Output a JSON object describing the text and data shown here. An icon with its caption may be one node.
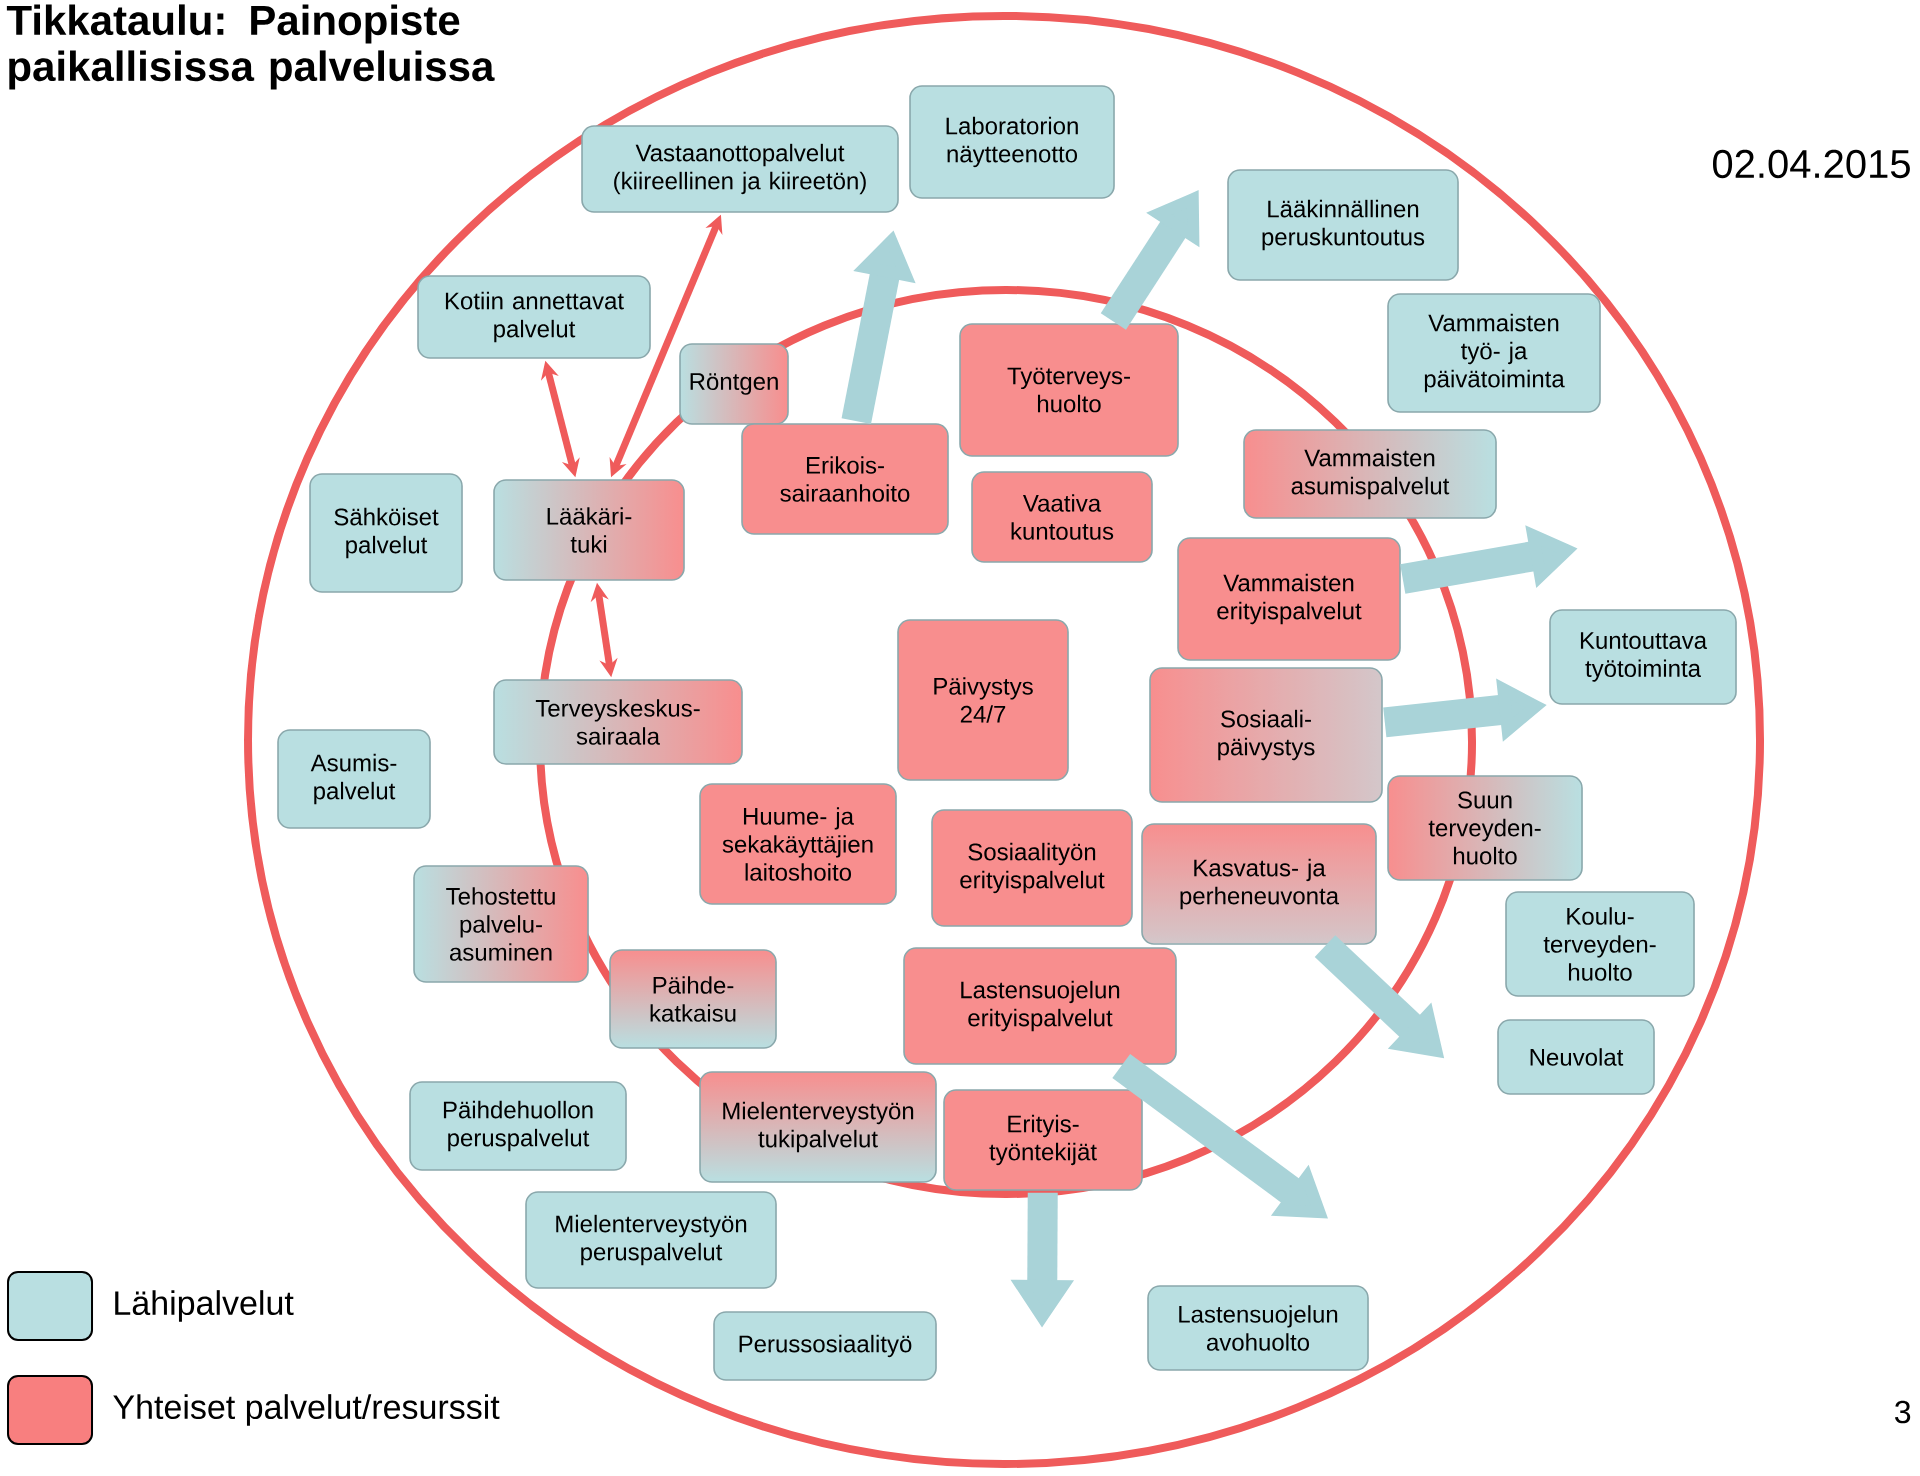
{
  "diagram": {
    "title": "Tikkataulu: Painopiste paikallisissa palveluissa",
    "nodes": [
      {
        "text": [
          "Vastaanottopalvelut (kiireellinen ja kiireetön)"
        ]
      },
      {
        "text": [
          "Laboratorion näytteenotto"
        ]
      },
      {
        "text": [
          "Lääkinnällinen peruskuntoutus"
        ]
      },
      {
        "text": [
          "Kotiin annettavat palvelut"
        ]
      },
      {
        "text": [
          "Röntgen"
        ]
      },
      {
        "text": [
          "Työterveys- huolto"
        ]
      },
      {
        "text": [
          "Vammaisten työ- ja päivätoiminta"
        ]
      },
      {
        "text": [
          "Sähköiset palvelut"
        ]
      },
      {
        "text": [
          "Lääkäri- tuki"
        ]
      },
      {
        "text": [
          "Erikois- sairaanhoito"
        ]
      },
      {
        "text": [
          "Vaativa kuntoutus"
        ]
      },
      {
        "text": [
          "Vammaisten asumispalvelut"
        ]
      },
      {
        "text": [
          "Vammaisten erityispalvelut"
        ]
      },
      {
        "text": [
          "Kuntouttava työtoiminta"
        ]
      },
      {
        "text": [
          "Terveyskeskus- sairaala"
        ]
      },
      {
        "text": [
          "Päivystys 24/7"
        ]
      },
      {
        "text": [
          "Sosiaali- päivystys"
        ]
      },
      {
        "text": [
          "Asumis- palvelut"
        ]
      },
      {
        "text": [
          "Suun terveyden- huolto"
        ]
      },
      {
        "text": [
          "Huume- ja sekakäyttäjien laitoshoito"
        ]
      },
      {
        "text": [
          "Sosiaalityön erityispalvelut"
        ]
      },
      {
        "text": [
          "Kasvatus- ja perheneuvonta"
        ]
      },
      {
        "text": [
          "Tehostettu palvelu- asuminen"
        ]
      },
      {
        "text": [
          "Koulu- terveyden- huolto"
        ]
      },
      {
        "text": [
          "Päihde- katkaisu"
        ]
      },
      {
        "text": [
          "Lastensuojelun erityispalvelut"
        ]
      },
      {
        "text": [
          "Neuvolat"
        ]
      },
      {
        "text": [
          "Päihdehuollon peruspalvelut"
        ]
      },
      {
        "text": [
          "Mielenterveystyön tukipalvelut"
        ]
      },
      {
        "text": [
          "Erityis- työntekijät"
        ]
      },
      {
        "text": [
          "Mielenterveystyön peruspalvelut"
        ]
      },
      {
        "text": [
          "Perussosiaalityö"
        ]
      },
      {
        "text": [
          "Lastensuojelun avohuolto"
        ]
      }
    ],
    "edges": [
      {
        "from": 3,
        "to": 8,
        "arrow": "both",
        "color": "#ef5b5b"
      },
      {
        "from": 0,
        "to": 8,
        "arrow": "both",
        "color": "#ef5b5b"
      },
      {
        "from": 8,
        "to": 14,
        "arrow": "both",
        "color": "#ef5b5b"
      },
      {
        "from": 9,
        "to": null,
        "arrow": "to"
      },
      {
        "from": 5,
        "to": null,
        "arrow": "to"
      },
      {
        "from": 12,
        "to": null,
        "arrow": "to"
      },
      {
        "from": 16,
        "to": 13,
        "arrow": "to"
      },
      {
        "from": 21,
        "to": null,
        "arrow": "to"
      },
      {
        "from": 25,
        "to": null,
        "arrow": "to"
      },
      {
        "from": 29,
        "to": null,
        "arrow": "to"
      }
    ],
    "labels": [
      "02.04.2015",
      "3"
    ],
    "legend": [
      {
        "text": "Lähipalvelut",
        "color": "#b9dfe1"
      },
      {
        "text": "Yhteiset palvelut/resurssit",
        "color": "#f87f7f"
      }
    ]
  }
}
